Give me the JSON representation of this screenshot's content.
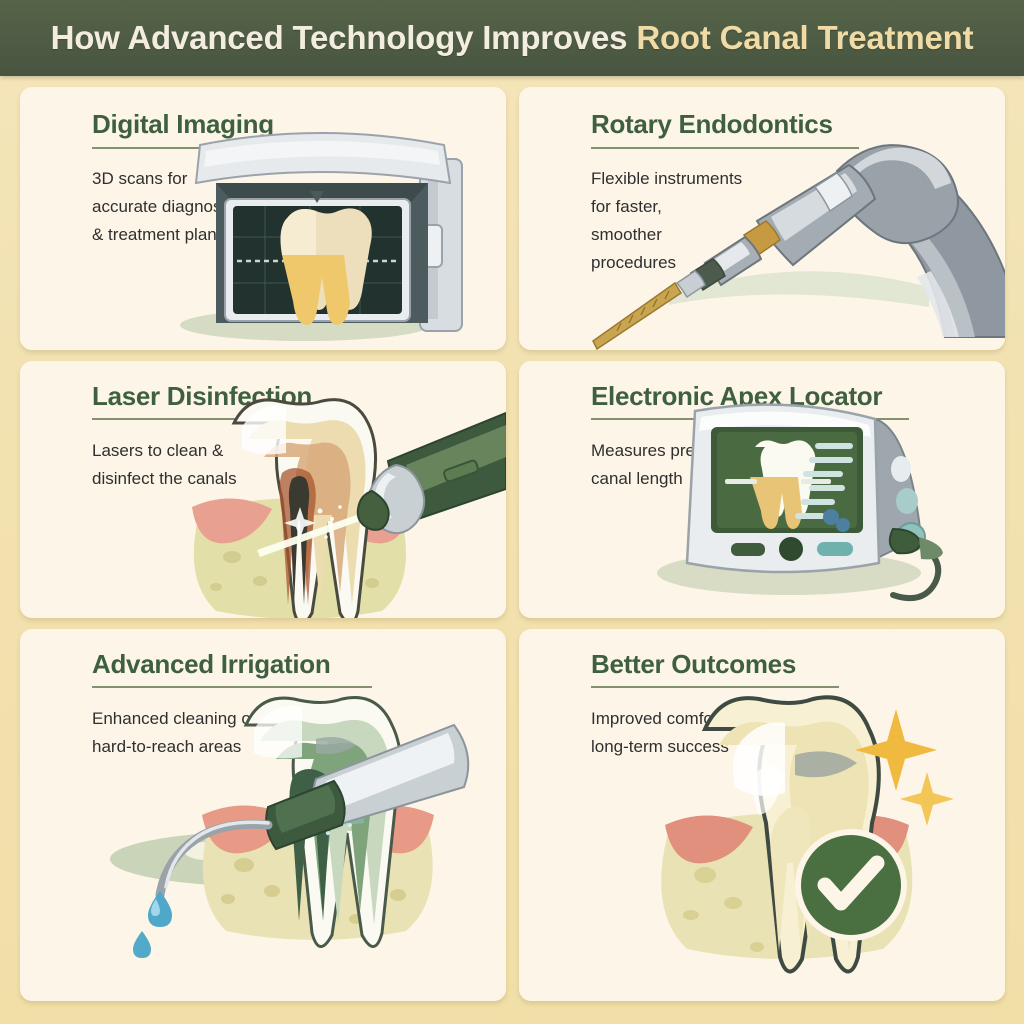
{
  "header": {
    "title_main": "How Advanced Technology Improves ",
    "title_accent": "Root Canal Treatment",
    "bg_color": "#4e5c45",
    "text_color": "#f3ede0",
    "accent_color": "#f0dba6"
  },
  "theme": {
    "page_bg": "#f2e2b1",
    "card_bg": "#fdf6e8",
    "title_color": "#3f6040",
    "body_color": "#2f2f2f",
    "rule_color": "#6e7f5a",
    "check_green": "#4a7042",
    "sparkle_gold": "#f0b93f",
    "water_blue": "#4fa8c9"
  },
  "cards": [
    {
      "id": "digital-imaging",
      "title": "Digital Imaging",
      "body": "3D scans for\naccurate diagnosis\n& treatment planning",
      "icon": "cbct-scanner-with-tooth-xray"
    },
    {
      "id": "rotary-endodontics",
      "title": "Rotary Endodontics",
      "body": "Flexible instruments\nfor faster,\nsmoother\nprocedures",
      "icon": "rotary-handpiece-with-file"
    },
    {
      "id": "laser-disinfection",
      "title": "Laser Disinfection",
      "body": "Lasers to clean &\ndisinfect the canals",
      "icon": "tooth-cross-section-with-laser"
    },
    {
      "id": "electronic-apex-locator",
      "title": "Electronic Apex Locator",
      "body": "Measures precise\ncanal length",
      "icon": "apex-locator-monitor"
    },
    {
      "id": "advanced-irrigation",
      "title": "Advanced Irrigation",
      "body": "Enhanced cleaning of\nhard-to-reach areas",
      "icon": "irrigation-tip-with-droplets"
    },
    {
      "id": "better-outcomes",
      "title": "Better Outcomes",
      "body": "Improved comfort &\nlong-term success",
      "icon": "healthy-tooth-with-checkmark"
    }
  ]
}
